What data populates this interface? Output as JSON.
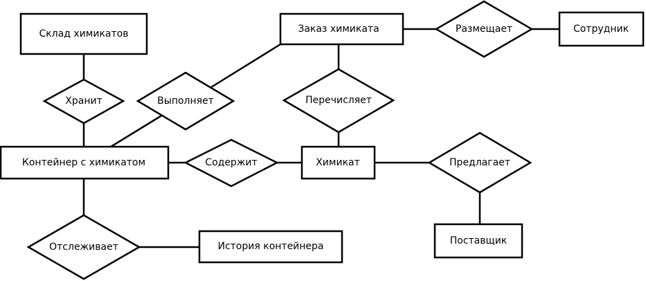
{
  "entities": {
    "warehouse": "Склад химикатов",
    "order": "Заказ химиката",
    "employee": "Сотрудник",
    "container": "Контейнер с химикатом",
    "chemical": "Химикат",
    "supplier": "Поставщик",
    "history": "История контейнера"
  },
  "relationships": {
    "places": "Размещает",
    "stores": "Хранит",
    "fulfills": "Выполняет",
    "lists": "Перечисляет",
    "contains": "Содержит",
    "offers": "Предлагает",
    "tracks": "Отслеживает"
  }
}
